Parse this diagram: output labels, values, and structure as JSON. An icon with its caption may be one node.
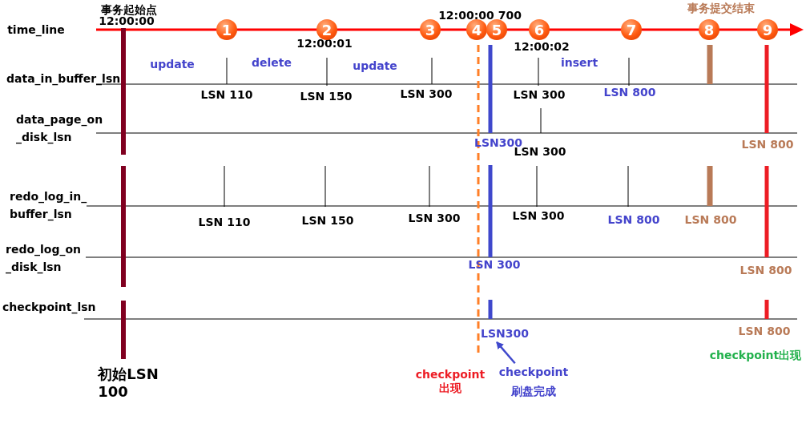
{
  "diagram": {
    "nodes": [
      {
        "text": [
          "1"
        ]
      },
      {
        "text": [
          "2"
        ]
      },
      {
        "text": [
          "3"
        ]
      },
      {
        "text": [
          "4"
        ]
      },
      {
        "text": [
          "5"
        ]
      },
      {
        "text": [
          "6"
        ]
      },
      {
        "text": [
          "7"
        ]
      },
      {
        "text": [
          "8"
        ]
      },
      {
        "text": [
          "9"
        ]
      },
      {
        "text": [
          "LSN300"
        ]
      },
      {
        "text": [
          "checkpoint",
          "刷盘完成"
        ]
      }
    ],
    "edges": [
      {
        "from": 10,
        "to": 9,
        "arrow": "to"
      }
    ],
    "labels": [
      "事务起始点",
      "12:00:00",
      "事务提交结束",
      "time_line",
      "12:00:00 700",
      "12:00:01",
      "12:00:02",
      "update",
      "delete",
      "update",
      "insert",
      "data_in_buffer_lsn",
      "LSN 110",
      "LSN 150",
      "LSN 300",
      "LSN 300",
      "LSN 800",
      "data_page_on _disk_lsn",
      "LSN300",
      "LSN 300",
      "LSN 800",
      "redo_log_in_ buffer_lsn",
      "LSN 110",
      "LSN 150",
      "LSN 300",
      "LSN 300",
      "LSN 800",
      "LSN 800",
      "redo_log_on _disk_lsn",
      "LSN 300",
      "LSN 800",
      "checkpoint_lsn",
      "LSN 800",
      "checkpoint出现",
      "初始LSN 100",
      "checkpoint 出现"
    ]
  }
}
